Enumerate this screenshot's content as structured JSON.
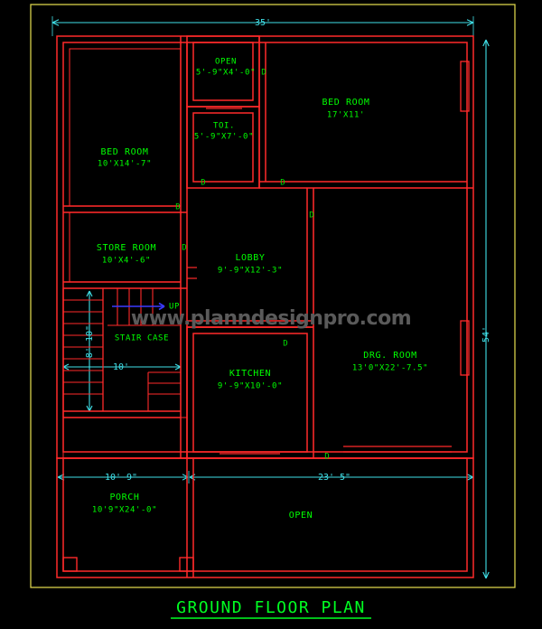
{
  "frame": {
    "border_color": "#d8d04a"
  },
  "colors": {
    "wall": "#ff2a2a",
    "text": "#00ff00",
    "dimension": "#40e0e8",
    "background": "#000000",
    "frame": "#d8d04a",
    "watermark": "#5a5a5a",
    "stair_arrow": "#3a3aff"
  },
  "watermark": {
    "text": "www.planndesignpro.com"
  },
  "title": {
    "text": "GROUND FLOOR PLAN"
  },
  "dimensions": {
    "top": "35'",
    "right": "54'",
    "bottom_left": "10'-9\"",
    "bottom_right": "23'-5\"",
    "stair_width": "10'",
    "stair_height": "8'-10\""
  },
  "rooms": [
    {
      "id": "bedroom-left",
      "name": "BED ROOM",
      "size": "10'X14'-7\""
    },
    {
      "id": "open-top",
      "name": "OPEN",
      "size": "5'-9\"X4'-0\""
    },
    {
      "id": "toilet",
      "name": "TOI.",
      "size": "5'-9\"X7'-0\""
    },
    {
      "id": "bedroom-right",
      "name": "BED ROOM",
      "size": "17'X11'"
    },
    {
      "id": "store-room",
      "name": "STORE ROOM",
      "size": "10'X4'-6\""
    },
    {
      "id": "lobby",
      "name": "LOBBY",
      "size": "9'-9\"X12'-3\""
    },
    {
      "id": "stair-case",
      "name": "STAIR CASE",
      "size": ""
    },
    {
      "id": "kitchen",
      "name": "KITCHEN",
      "size": "9'-9\"X10'-0\""
    },
    {
      "id": "drawing-room",
      "name": "DRG. ROOM",
      "size": "13'0\"X22'-7.5\""
    },
    {
      "id": "porch",
      "name": "PORCH",
      "size": "10'9\"X24'-0\""
    },
    {
      "id": "open-bottom",
      "name": "OPEN",
      "size": ""
    }
  ],
  "stair": {
    "up_label": "UP"
  },
  "door_marker": {
    "label": "D"
  }
}
